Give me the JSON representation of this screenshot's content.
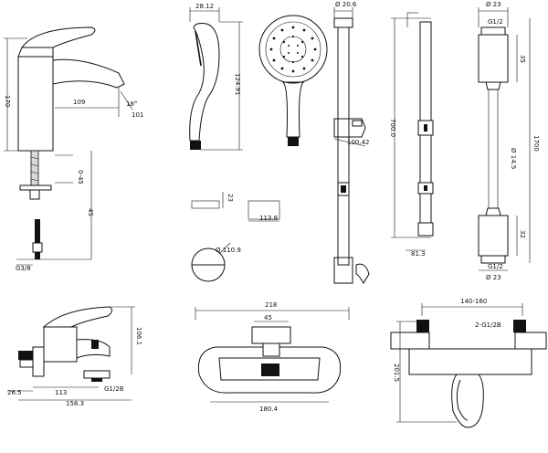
{
  "drawing": {
    "basin_mixer": {
      "dims": [
        "170",
        "109",
        "18°",
        "101",
        "0-45",
        "45",
        "G3/8"
      ]
    },
    "hand_shower_side": {
      "dims": [
        "28.12",
        "124.91"
      ]
    },
    "hand_shower_front": {
      "dims": [
        "Ø 110.9"
      ]
    },
    "shower_hook": {
      "dims": [
        "23",
        "113.8"
      ]
    },
    "slide_rail": {
      "dims": [
        "Ø 20.6",
        "100.42",
        "700.0",
        "81.3"
      ]
    },
    "hose": {
      "dims": [
        "Ø 23",
        "G1/2",
        "35",
        "Ø 14.5",
        "1700",
        "32",
        "G1/2",
        "Ø 23"
      ]
    },
    "bath_mixer_side": {
      "dims": [
        "106.1",
        "113",
        "26.5",
        "G1/2B",
        "158.3"
      ]
    },
    "bath_mixer_front": {
      "dims": [
        "218",
        "45",
        "180.4"
      ]
    },
    "bath_mixer_top": {
      "dims": [
        "140-160",
        "2-G1/2B",
        "201.5"
      ]
    }
  }
}
